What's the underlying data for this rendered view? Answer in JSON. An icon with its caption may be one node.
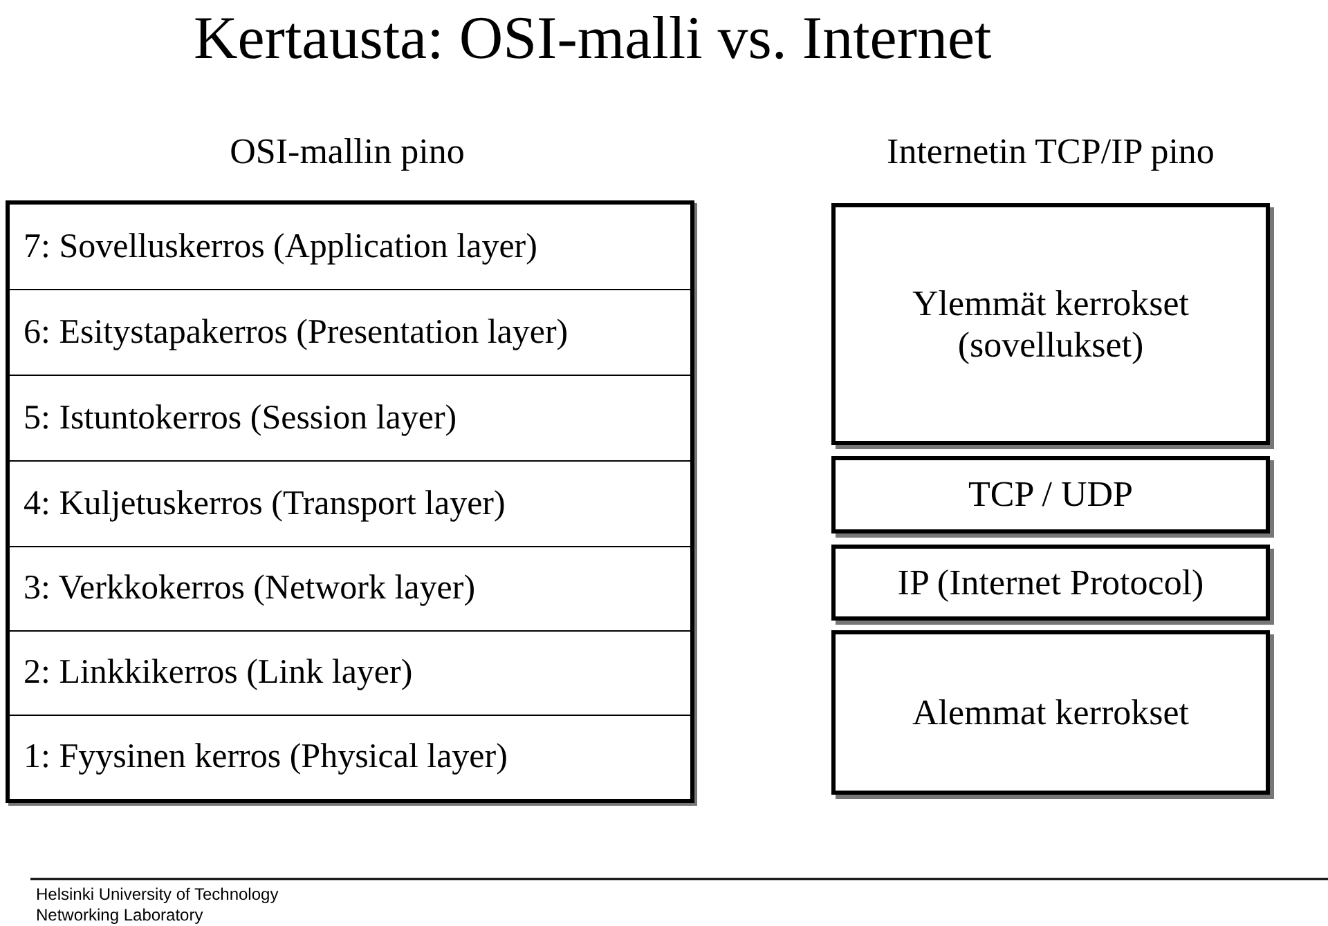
{
  "diagram": {
    "title": "Kertausta: OSI-malli vs. Internet",
    "nodes": [
      {
        "text": [
          "OSI-mallin pino"
        ]
      },
      {
        "text": [
          "7: Sovelluskerros (Application layer)"
        ],
        "in": 0
      },
      {
        "text": [
          "6: Esitystapakerros (Presentation layer)"
        ],
        "in": 0
      },
      {
        "text": [
          "5: Istuntokerros (Session layer)"
        ],
        "in": 0
      },
      {
        "text": [
          "4: Kuljetuskerros (Transport layer)"
        ],
        "in": 0
      },
      {
        "text": [
          "3: Verkkokerros (Network layer)"
        ],
        "in": 0
      },
      {
        "text": [
          "2: Linkkikerros (Link layer)"
        ],
        "in": 0
      },
      {
        "text": [
          "1: Fyysinen kerros (Physical layer)"
        ],
        "in": 0
      },
      {
        "text": [
          "Ylemmät kerrokset (sovellukset)"
        ]
      },
      {
        "text": [
          "TCP / UDP"
        ]
      },
      {
        "text": [
          "IP (Internet Protocol)"
        ]
      },
      {
        "text": [
          "Alemmat kerrokset"
        ]
      }
    ],
    "labels": [
      "Internetin TCP/IP pino",
      "Helsinki University of Technology",
      "Networking Laboratory"
    ]
  }
}
